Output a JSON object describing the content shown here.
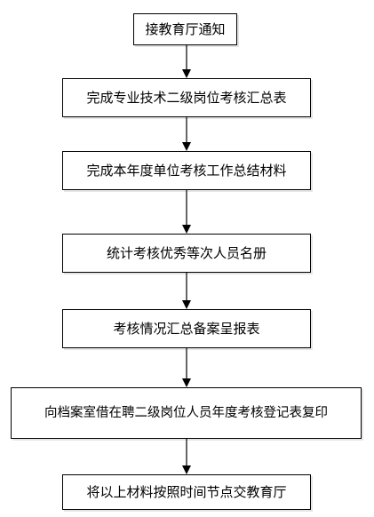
{
  "diagram": {
    "steps": [
      {
        "label": "接教育厅通知"
      },
      {
        "label": "完成专业技术二级岗位考核汇总表"
      },
      {
        "label": "完成本年度单位考核工作总结材料"
      },
      {
        "label": "统计考核优秀等次人员名册"
      },
      {
        "label": "考核情况汇总备案呈报表"
      },
      {
        "label": "向档案室借在聘二级岗位人员年度考核登记表复印"
      },
      {
        "label": "将以上材料按照时间节点交教育厅"
      }
    ],
    "colors": {
      "border": "#000000",
      "text": "#000000",
      "background": "#ffffff"
    }
  }
}
